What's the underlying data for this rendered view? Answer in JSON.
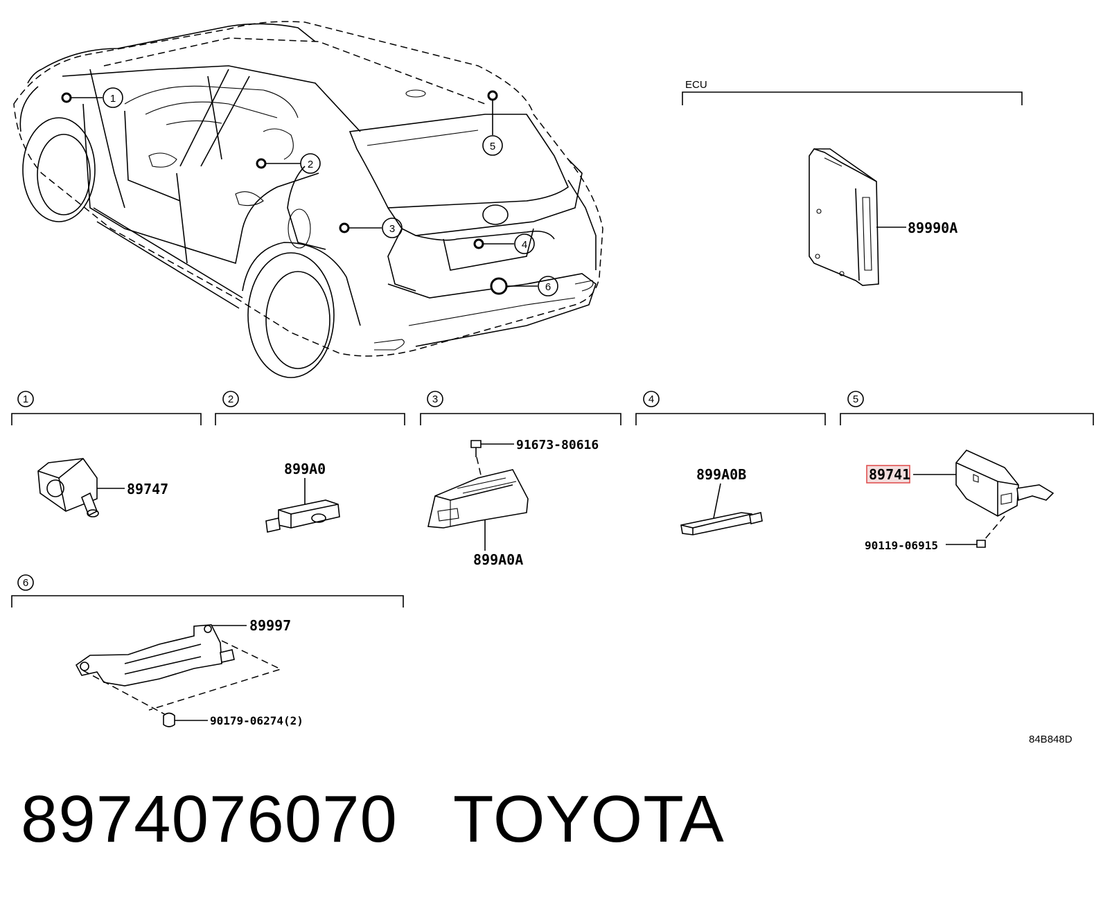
{
  "ecu_label": "ECU",
  "callouts": [
    "1",
    "2",
    "3",
    "4",
    "5",
    "6"
  ],
  "parts": {
    "ecu": "89990A",
    "p1": "89747",
    "p2": "899A0",
    "p3_bolt": "91673-80616",
    "p3": "899A0A",
    "p4": "899A0B",
    "p5": "89741",
    "p5_screw": "90119-06915",
    "p6": "89997",
    "p6_nut": "90179-06274(2)"
  },
  "diagram_code": "84B848D",
  "footer": {
    "part_number": "8974076070",
    "brand": "TOYOTA"
  }
}
